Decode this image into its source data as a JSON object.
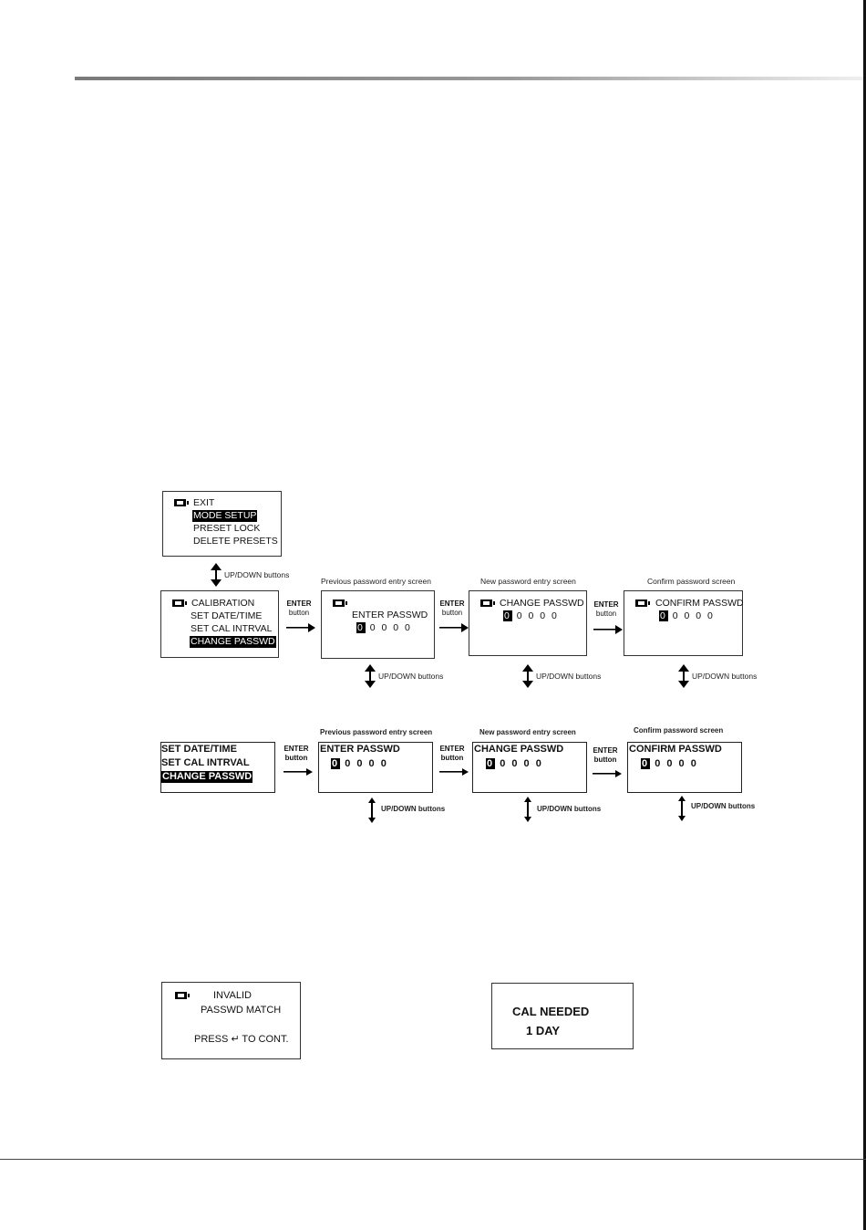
{
  "menu_top": {
    "items": [
      "EXIT",
      "MODE SETUP",
      "PRESET LOCK",
      "DELETE PRESETS"
    ],
    "selected": "MODE SETUP"
  },
  "nav_label": "UP/DOWN buttons",
  "mode_menu": {
    "items": [
      "CALIBRATION",
      "SET DATE/TIME",
      "SET CAL INTRVAL",
      "CHANGE PASSWD"
    ],
    "selected": "CHANGE PASSWD"
  },
  "enter_label": {
    "line1": "ENTER",
    "line2": "button"
  },
  "screens": {
    "previous": {
      "caption": "Previous password entry screen",
      "title": "ENTER PASSWD"
    },
    "new": {
      "caption": "New password entry screen",
      "title": "CHANGE PASSWD"
    },
    "confirm": {
      "caption": "Confirm password screen",
      "title": "CONFIRM PASSWD"
    }
  },
  "password": {
    "cursor_digit": "0",
    "remaining_digits": "0 0 0 0"
  },
  "menu_alt": {
    "items": [
      "SET DATE/TIME",
      "SET CAL INTRVAL",
      "CHANGE PASSWD"
    ],
    "selected": "CHANGE PASSWD"
  },
  "error_screen": {
    "line1": "INVALID",
    "line2": "PASSWD MATCH",
    "line3": "PRESS ↵ TO CONT."
  },
  "cal_screen": {
    "line1": "CAL NEEDED",
    "line2": "1 DAY"
  }
}
